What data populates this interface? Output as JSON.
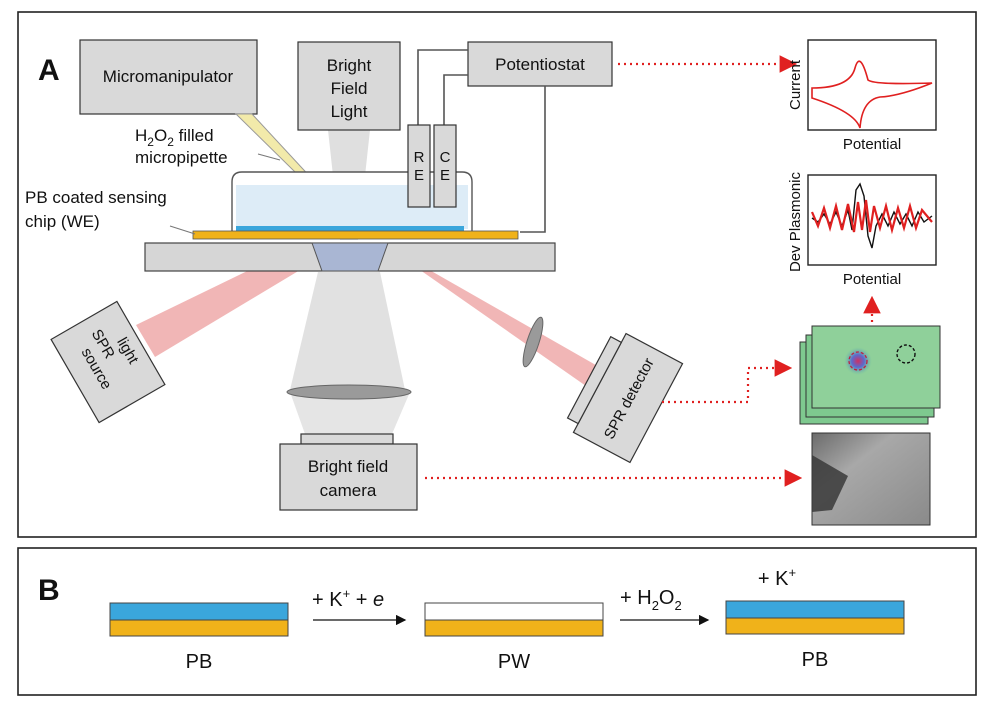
{
  "panel_a": {
    "letter": "A",
    "micromanipulator": "Micromanipulator",
    "bright_field_light": [
      "Bright",
      "Field",
      "Light"
    ],
    "potentiostat": "Potentiostat",
    "re_label": [
      "R",
      "E"
    ],
    "ce_label": [
      "C",
      "E"
    ],
    "h2o2_pipette": {
      "prefix": "H",
      "sub1": "2",
      "mid": "O",
      "sub2": "2",
      "suffix": " filled",
      "line2": "micropipette"
    },
    "pb_chip": [
      "PB coated sensing",
      "chip (WE)"
    ],
    "spr_light_source": [
      "SPR",
      "light",
      "source"
    ],
    "spr_detector": "SPR detector",
    "bright_field_camera": [
      "Bright field",
      "camera"
    ],
    "cv_plot": {
      "ylabel": "Current",
      "xlabel": "Potential"
    },
    "plasmonic_plot": {
      "ylabel": "Dev Plasmonic",
      "xlabel": "Potential"
    }
  },
  "panel_b": {
    "letter": "B",
    "stack1_label": "PB",
    "arrow1_label": {
      "a": "+ K",
      "sup": "+",
      "b": " + ",
      "e": "e"
    },
    "stack2_label": "PW",
    "arrow2_label": {
      "a": "+ H",
      "sub": "2",
      "b": "O",
      "sub2": "2"
    },
    "k_plus": {
      "a": "+ K",
      "sup": "+"
    },
    "stack3_label": "PB"
  },
  "colors": {
    "blue_layer": "#3aa6dc",
    "gold_layer": "#f0b21a",
    "laser_red": "#e57a7a",
    "cv_red": "#e02020",
    "chart_green": "#7ec98f"
  }
}
